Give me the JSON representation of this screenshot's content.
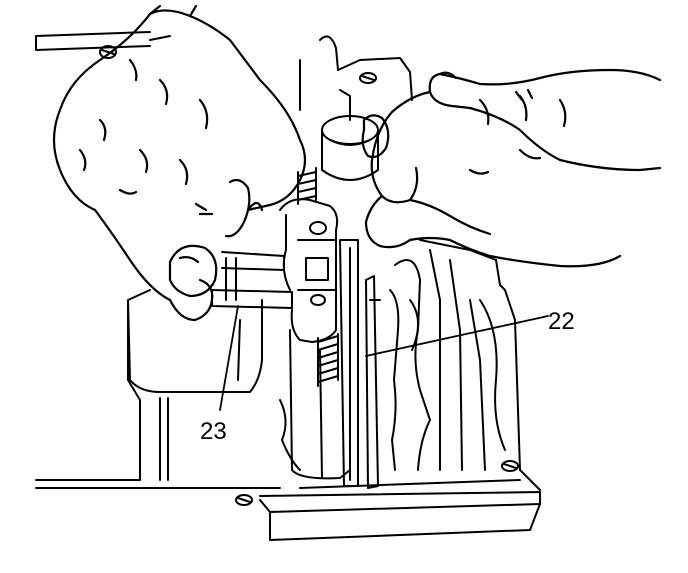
{
  "callouts": [
    {
      "id": "23",
      "label": "23"
    },
    {
      "id": "22",
      "label": "22"
    }
  ],
  "colors": {
    "line": "#000000",
    "background": "#ffffff"
  }
}
